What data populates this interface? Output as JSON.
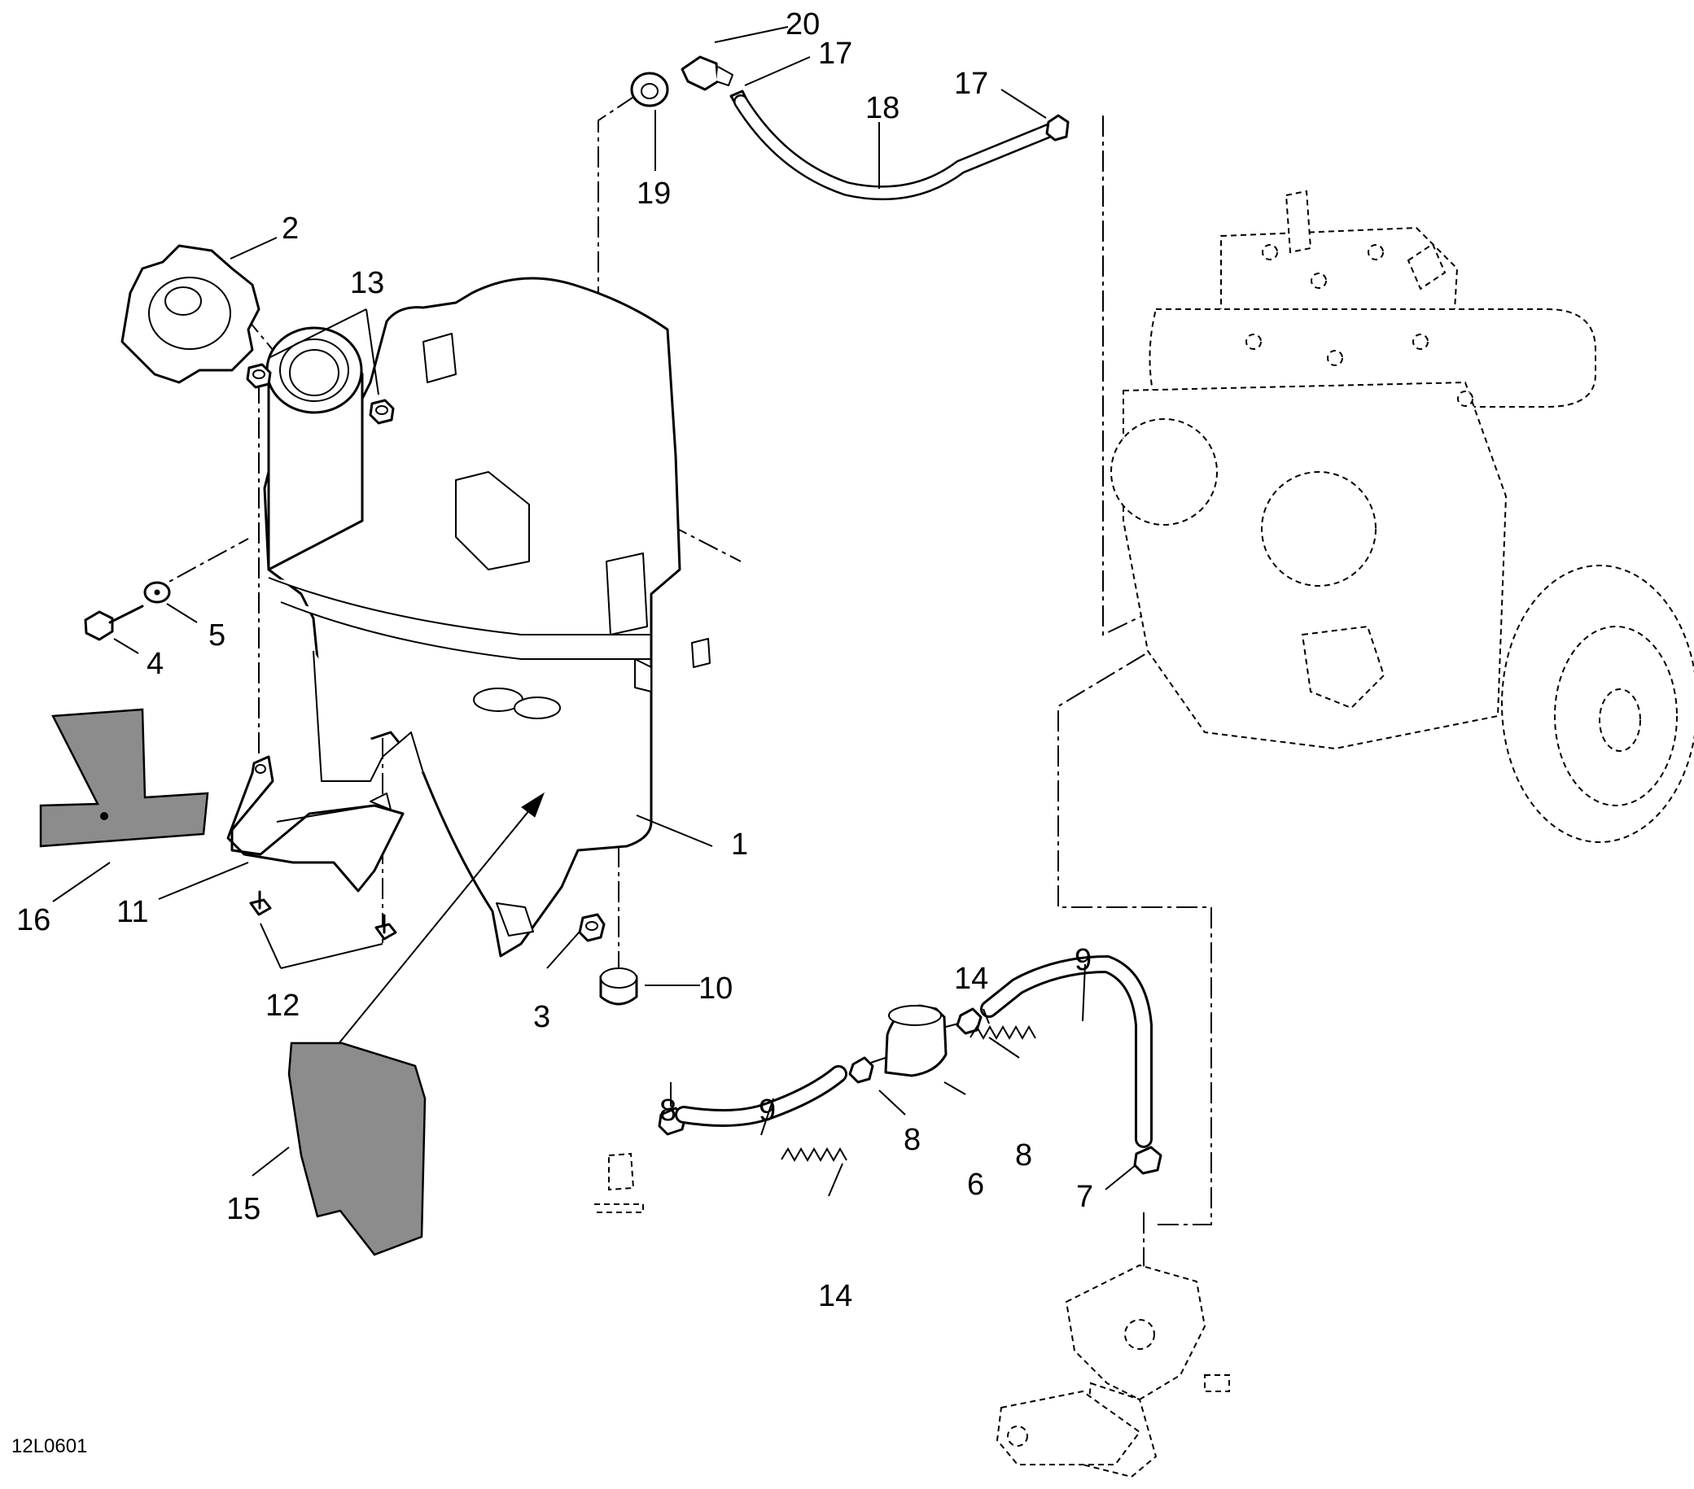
{
  "figure_ref": "12L0601",
  "callouts": {
    "c1": "1",
    "c2": "2",
    "c3": "3",
    "c4": "4",
    "c5": "5",
    "c6": "6",
    "c7": "7",
    "c8a": "8",
    "c8b": "8",
    "c8c": "8",
    "c9a": "9",
    "c9b": "9",
    "c10": "10",
    "c11": "11",
    "c12": "12",
    "c13": "13",
    "c14a": "14",
    "c14b": "14",
    "c15": "15",
    "c16": "16",
    "c17a": "17",
    "c17b": "17",
    "c18": "18",
    "c19": "19",
    "c20": "20"
  }
}
